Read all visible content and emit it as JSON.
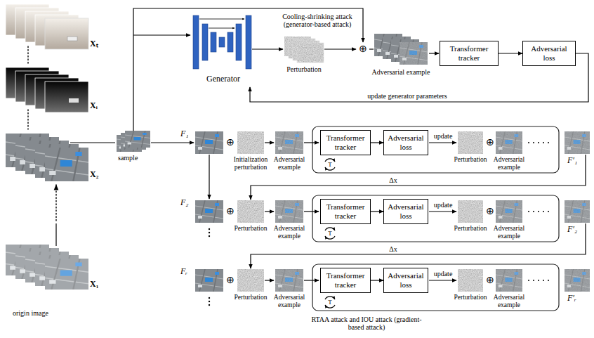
{
  "diagram": {
    "nodes": [
      {
        "text": [
          "Generator"
        ]
      },
      {
        "text": [
          "Transformer tracker"
        ]
      },
      {
        "text": [
          "Adversarial loss"
        ]
      },
      {
        "text": [
          "Transformer tracker"
        ]
      },
      {
        "text": [
          "Adversarial loss"
        ]
      },
      {
        "text": [
          "Transformer tracker"
        ]
      },
      {
        "text": [
          "Adversarial loss"
        ]
      },
      {
        "text": [
          "Transformer tracker"
        ]
      },
      {
        "text": [
          "Adversarial loss"
        ]
      }
    ],
    "edges": [
      {
        "from": 1,
        "to": 2,
        "arrow": "to"
      },
      {
        "from": 2,
        "to": 0,
        "label": "update generator parameters",
        "arrow": "to"
      },
      {
        "from": 3,
        "to": 4,
        "arrow": "to"
      },
      {
        "from": 5,
        "to": 6,
        "arrow": "to"
      },
      {
        "from": 7,
        "to": 8,
        "arrow": "to"
      }
    ],
    "labels": [
      "Cooling-shrinking attack (generator-based attack)",
      "Xₜ",
      "Xᵢ",
      "X₂",
      "X₁",
      "origin image",
      "sample",
      "Perturbation",
      "⊕",
      "Adversarial example",
      "F₁",
      "⊕",
      "Initialization perturbation",
      "Adversarial example",
      "update",
      "Perturbation",
      "⊕",
      "Adversarial example",
      "F′₁",
      "T",
      "Δx",
      "F₂",
      "⊕",
      "Perturbation",
      "Adversarial example",
      "update",
      "Perturbation",
      "⊕",
      "Adversarial example",
      "F′₂",
      "T",
      "Δx",
      "Fᵣ",
      "⊕",
      "Perturbation",
      "Adversarial example",
      "update",
      "Perturbation",
      "⊕",
      "Adversarial example",
      "F′ᵣ",
      "T",
      "RTAA attack and IOU attack (gradient-based attack)"
    ]
  }
}
